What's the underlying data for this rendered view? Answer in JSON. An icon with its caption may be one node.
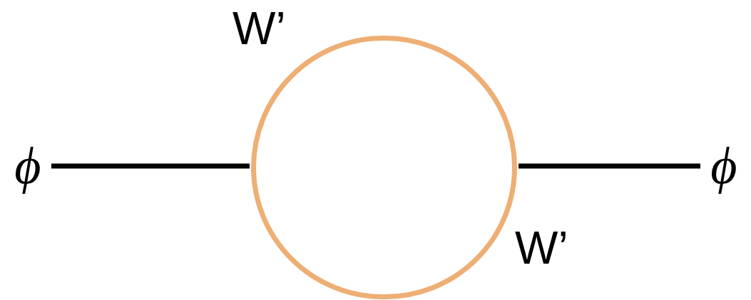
{
  "diagram": {
    "nodes": [
      {
        "text": [
          "ϕ"
        ]
      },
      {
        "text": [],
        "shape": "circle",
        "beside": [
          "W’",
          "W’"
        ]
      },
      {
        "text": [
          "ϕ"
        ]
      }
    ],
    "edges": [
      {
        "from": 0,
        "to": 1,
        "arrow": "none"
      },
      {
        "from": 1,
        "to": 2,
        "arrow": "none"
      }
    ]
  }
}
